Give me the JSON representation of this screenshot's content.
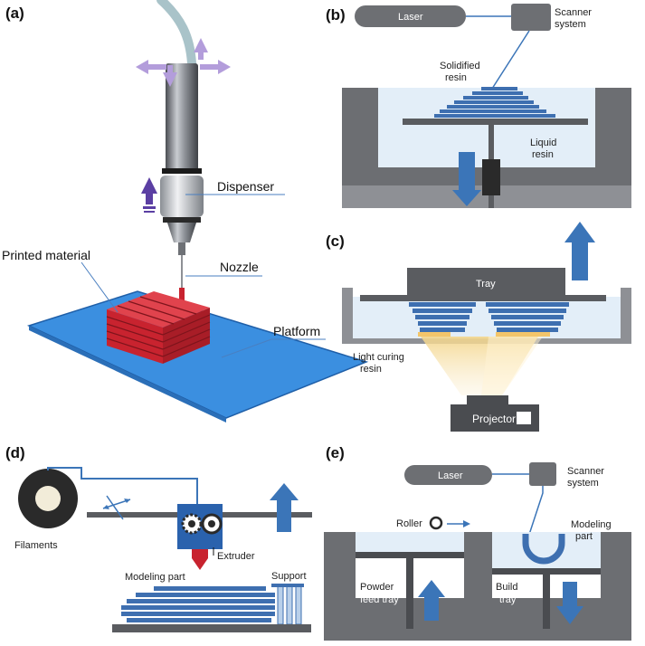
{
  "panels": {
    "a": {
      "tag": "(a)",
      "dispenser": "Dispenser",
      "nozzle": "Nozzle",
      "printed_material": "Printed material",
      "platform": "Platform"
    },
    "b": {
      "tag": "(b)",
      "laser": "Laser",
      "scanner_l1": "Scanner",
      "scanner_l2": "system",
      "solidified_l1": "Solidified",
      "solidified_l2": "resin",
      "liquid_l1": "Liquid",
      "liquid_l2": "resin"
    },
    "c": {
      "tag": "(c)",
      "tray": "Tray",
      "light_l1": "Light curing",
      "light_l2": "resin",
      "projector": "Projector"
    },
    "d": {
      "tag": "(d)",
      "filaments": "Filaments",
      "extruder": "Extruder",
      "modeling_part": "Modeling part",
      "support": "Support"
    },
    "e": {
      "tag": "(e)",
      "laser": "Laser",
      "scanner_l1": "Scanner",
      "scanner_l2": "system",
      "roller": "Roller",
      "modeling_l1": "Modeling",
      "modeling_l2": "part",
      "powder_l1": "Powder",
      "powder_l2": "feed tray",
      "build_l1": "Build",
      "build_l2": "tray"
    }
  },
  "colors": {
    "resin_blue": "#3e6fb0",
    "arrow_blue": "#3b75b8",
    "gray_dark": "#5a5c60",
    "gray_mid": "#8e9095",
    "liquid": "#e3eef8",
    "printed_red": "#c8232f",
    "platform_blue": "#3b8fe0",
    "light_yellow": "#f3d58a"
  }
}
